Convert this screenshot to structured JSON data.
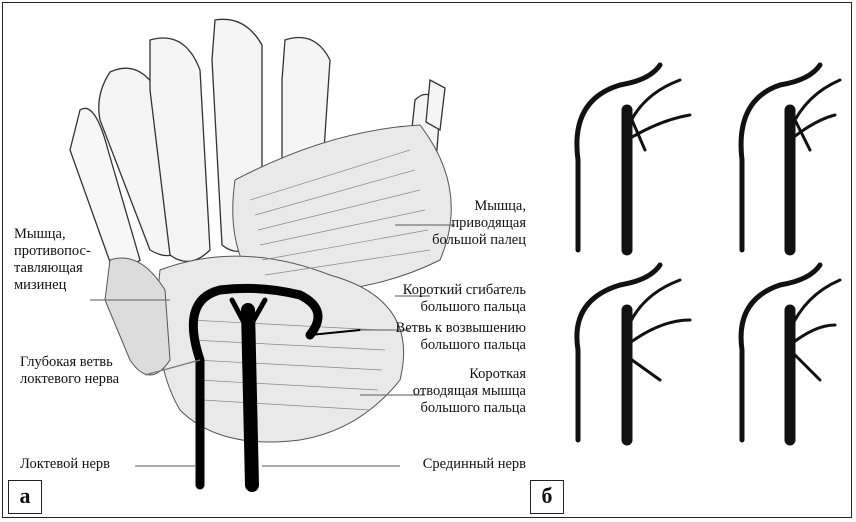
{
  "panels": {
    "a": "а",
    "b": "б"
  },
  "labels": {
    "opponens_digiti_minimi": [
      "Мышца,",
      "противопос-",
      "тавляющая",
      "мизинец"
    ],
    "adductor_pollicis": [
      "Мышца,",
      "приводящая",
      "большой палец"
    ],
    "flexor_pollicis_brevis": [
      "Короткий сгибатель",
      "большого пальца"
    ],
    "thenar_branch": [
      "Ветвь к возвышению",
      "большого пальца"
    ],
    "abductor_pollicis_brevis": [
      "Короткая",
      "отводящая мышца",
      "большого пальца"
    ],
    "deep_ulnar_branch": [
      "Глубокая ветвь",
      "локтевого нерва"
    ],
    "ulnar_nerve": "Локтевой нерв",
    "median_nerve": "Срединный нерв"
  }
}
